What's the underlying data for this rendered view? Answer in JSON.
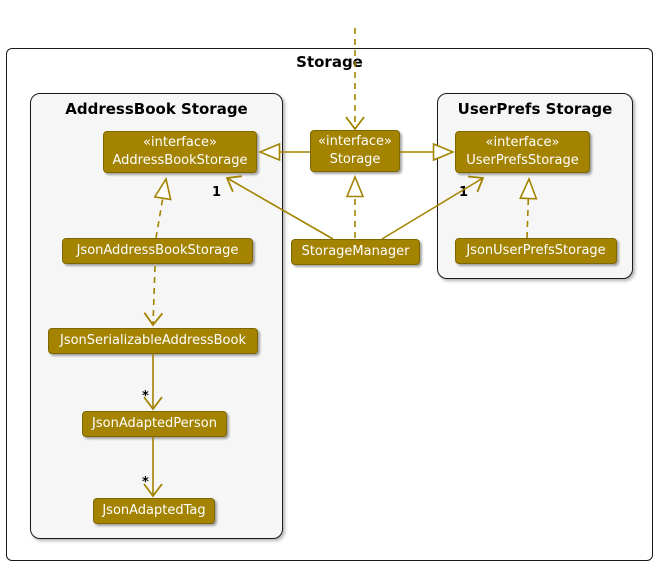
{
  "frame": {
    "title": "Storage"
  },
  "packages": [
    {
      "title": "AddressBook Storage"
    },
    {
      "title": "UserPrefs Storage"
    }
  ],
  "nodes": {
    "addressBookStorageInterface": {
      "stereotype": "«interface»",
      "name": "AddressBookStorage"
    },
    "storageInterface": {
      "stereotype": "«interface»",
      "name": "Storage"
    },
    "userPrefsStorageInterface": {
      "stereotype": "«interface»",
      "name": "UserPrefsStorage"
    },
    "jsonAddressBookStorage": {
      "name": "JsonAddressBookStorage"
    },
    "storageManager": {
      "name": "StorageManager"
    },
    "jsonUserPrefsStorage": {
      "name": "JsonUserPrefsStorage"
    },
    "jsonSerializableAddressBook": {
      "name": "JsonSerializableAddressBook"
    },
    "jsonAdaptedPerson": {
      "name": "JsonAdaptedPerson"
    },
    "jsonAdaptedTag": {
      "name": "JsonAdaptedTag"
    }
  },
  "labels": {
    "multiplicity_addressbook": "1",
    "multiplicity_userprefs": "1",
    "multiplicity_person": "*",
    "multiplicity_tag": "*"
  },
  "colors": {
    "node_fill": "#A38300",
    "node_text": "#FFFFFF",
    "edge": "#A38300",
    "package_fill": "#F6F6F6",
    "border": "#1A1A1A",
    "label_text": "#000000"
  }
}
